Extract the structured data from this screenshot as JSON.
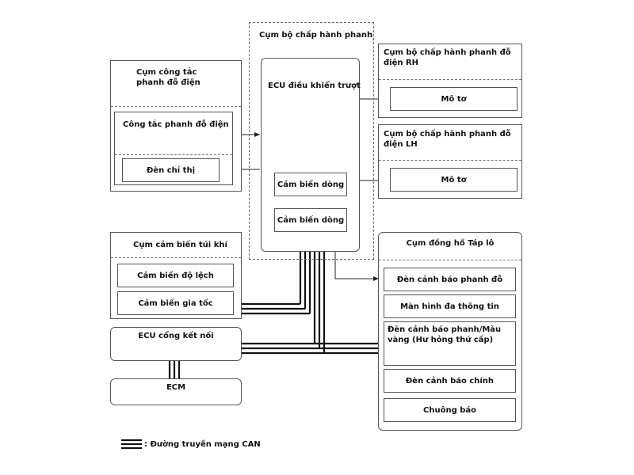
{
  "actuator_group": {
    "title": "Cụm bộ chấp hành phanh",
    "ecu": "ECU điều khiển trượt",
    "sensor_1": "Cảm biến dòng",
    "sensor_2": "Cảm biến dòng"
  },
  "switch_group": {
    "title": "Cụm công tắc phanh đỗ điện",
    "switch": "Công tắc phanh đỗ điện",
    "indicator": "Đèn chỉ thị"
  },
  "rh_group": {
    "title": "Cụm bộ chấp hành phanh đỗ điện RH",
    "motor": "Mô tơ"
  },
  "lh_group": {
    "title": "Cụm bộ chấp hành phanh đỗ điện LH",
    "motor": "Mô tơ"
  },
  "airbag_group": {
    "title": "Cụm cảm biến túi khí",
    "yaw": "Cảm biến độ lệch",
    "accel": "Cảm biến gia tốc"
  },
  "gateway": {
    "label": "ECU cổng kết nối"
  },
  "ecm": {
    "label": "ECM"
  },
  "cluster_group": {
    "title": "Cụm đồng hồ Táp lô",
    "items": [
      "Đèn cảnh báo phanh đỗ",
      "Màn hình đa thông tin",
      "Đèn cảnh báo phanh/Màu vàng (Hư hỏng thứ cấp)",
      "Đèn cảnh báo chính",
      "Chuông báo"
    ]
  },
  "legend": {
    "label": ": Đường truyền mạng CAN"
  }
}
